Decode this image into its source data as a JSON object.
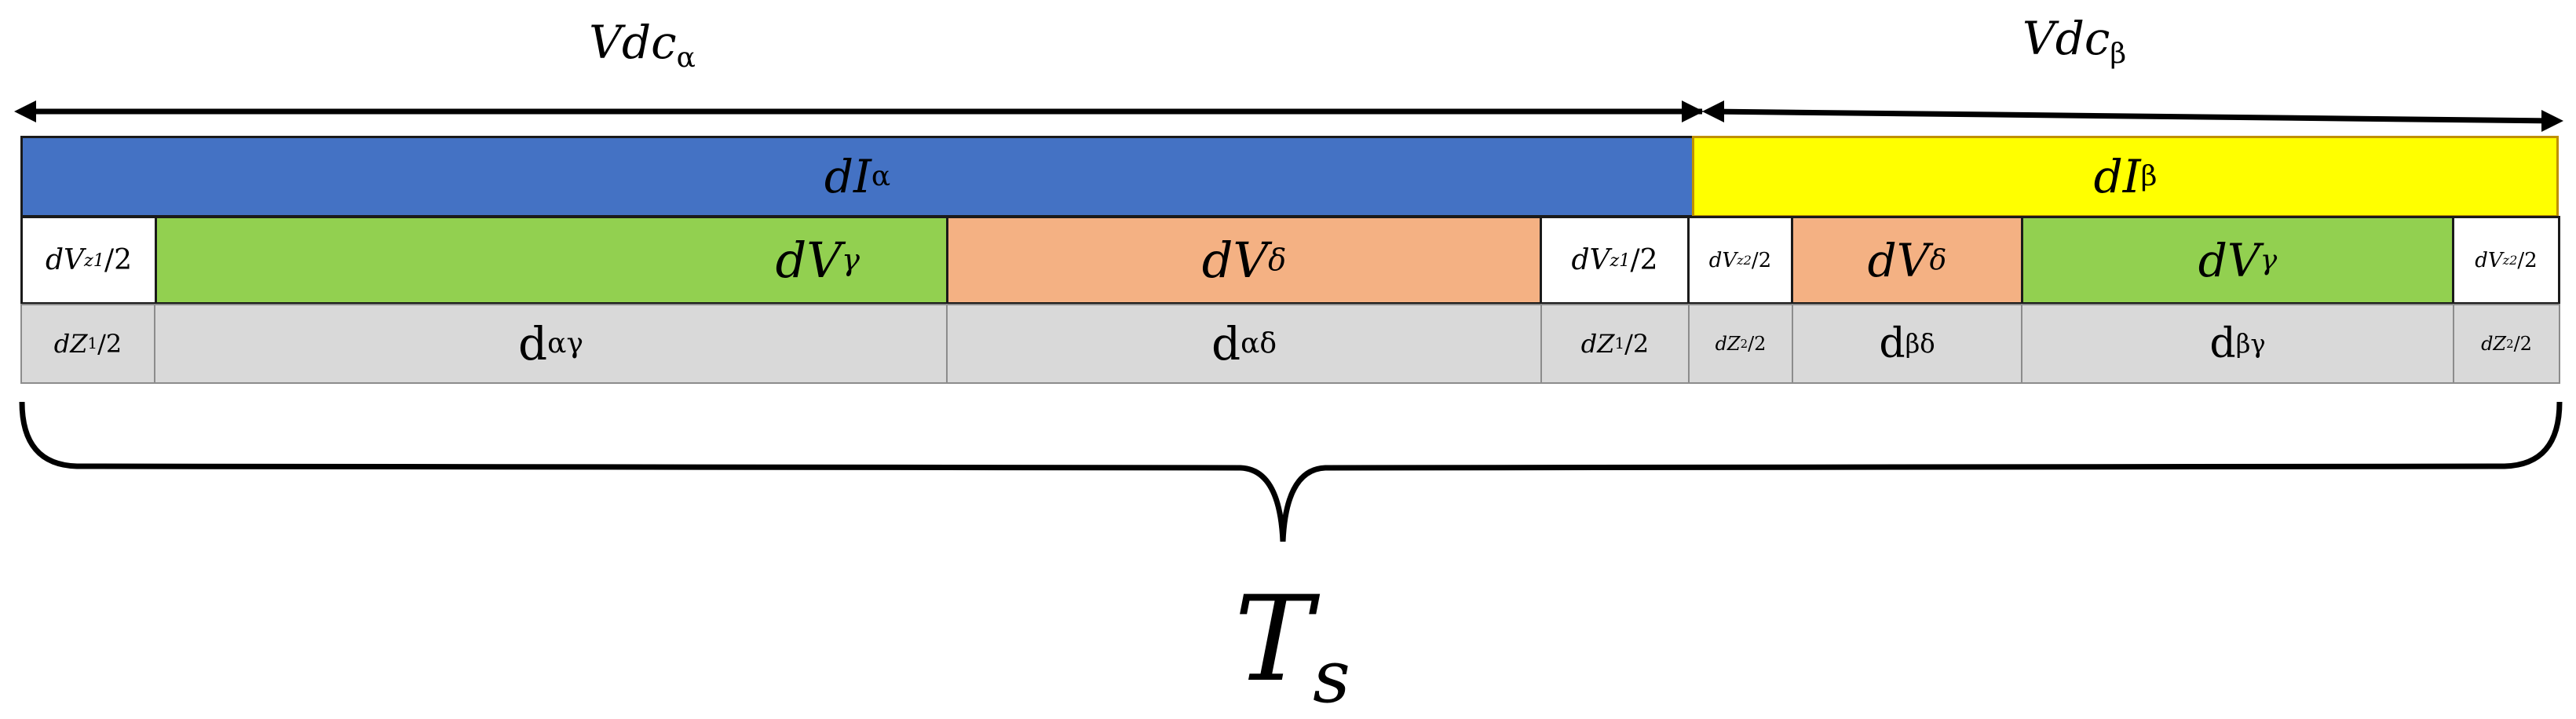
{
  "segments": {
    "left_label": "Vdc",
    "left_sub": "α",
    "right_label": "Vdc",
    "right_sub": "β"
  },
  "current_row": {
    "alpha_label": "dI",
    "alpha_sub": "α",
    "beta_label": "dI",
    "beta_sub": "β"
  },
  "voltage_row": [
    {
      "main": "dV",
      "sub": "z1",
      "tail": "/2"
    },
    {
      "main": "dV",
      "sub": "γ",
      "tail": ""
    },
    {
      "main": "dV",
      "sub": "δ",
      "tail": ""
    },
    {
      "main": "dV",
      "sub": "z1",
      "tail": "/2"
    },
    {
      "main": "dV",
      "sub": "z2",
      "tail": "/2"
    },
    {
      "main": "dV",
      "sub": "δ",
      "tail": ""
    },
    {
      "main": "dV",
      "sub": "γ",
      "tail": ""
    },
    {
      "main": "dV",
      "sub": "z2",
      "tail": "/2"
    }
  ],
  "duty_row": [
    {
      "main": "dZ",
      "sub": "1",
      "tail": "/2"
    },
    {
      "main": "d",
      "sub": "αγ",
      "tail": ""
    },
    {
      "main": "d",
      "sub": "αδ",
      "tail": ""
    },
    {
      "main": "dZ",
      "sub": "1",
      "tail": "/2"
    },
    {
      "main": "dZ",
      "sub": "2",
      "tail": "/2"
    },
    {
      "main": "d",
      "sub": "βδ",
      "tail": ""
    },
    {
      "main": "d",
      "sub": "βγ",
      "tail": ""
    },
    {
      "main": "dZ",
      "sub": "2",
      "tail": "/2"
    }
  ],
  "period": {
    "label": "T",
    "sub": "s"
  },
  "colors": {
    "alpha_current": "#4472c4",
    "beta_current": "#ffff00",
    "gamma_vector": "#92d050",
    "delta_vector": "#f4b183",
    "duty_row": "#d9d9d9"
  }
}
